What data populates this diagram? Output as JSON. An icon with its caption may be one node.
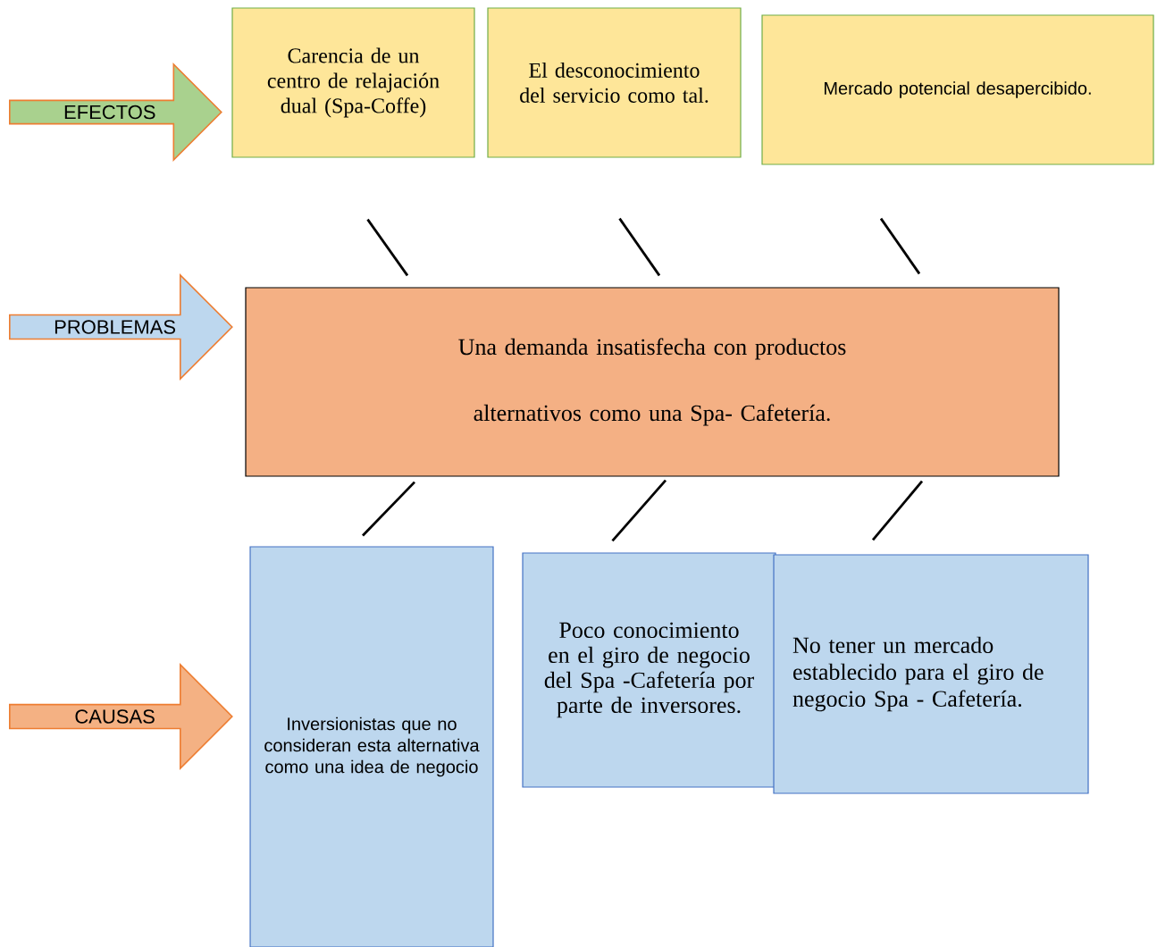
{
  "diagram": {
    "nodes": [
      {
        "text": [
          "EFECTOS"
        ]
      },
      {
        "text": [
          "Carencia de un centro de relajación dual (Spa-Coffe)"
        ]
      },
      {
        "text": [
          "El desconocimiento del servicio como tal."
        ]
      },
      {
        "text": [
          "Mercado potencial desapercibido."
        ]
      },
      {
        "text": [
          "PROBLEMAS"
        ]
      },
      {
        "text": [
          "Una demanda insatisfecha con productos alternativos como una Spa- Cafetería."
        ]
      },
      {
        "text": [
          "CAUSAS"
        ]
      },
      {
        "text": [
          "Inversionistas que no consideran esta alternativa como una idea de negocio"
        ]
      },
      {
        "text": [
          "Poco conocimiento en el giro de negocio del Spa -Cafetería por parte de inversores."
        ]
      },
      {
        "text": [
          "No tener un mercado establecido para el giro de negocio Spa - Cafetería."
        ]
      }
    ],
    "edges": [
      {
        "from": 5,
        "to": 1,
        "arrow": "none"
      },
      {
        "from": 5,
        "to": 2,
        "arrow": "none"
      },
      {
        "from": 5,
        "to": 3,
        "arrow": "none"
      },
      {
        "from": 7,
        "to": 5,
        "arrow": "none"
      },
      {
        "from": 8,
        "to": 5,
        "arrow": "none"
      },
      {
        "from": 9,
        "to": 5,
        "arrow": "none"
      }
    ]
  }
}
